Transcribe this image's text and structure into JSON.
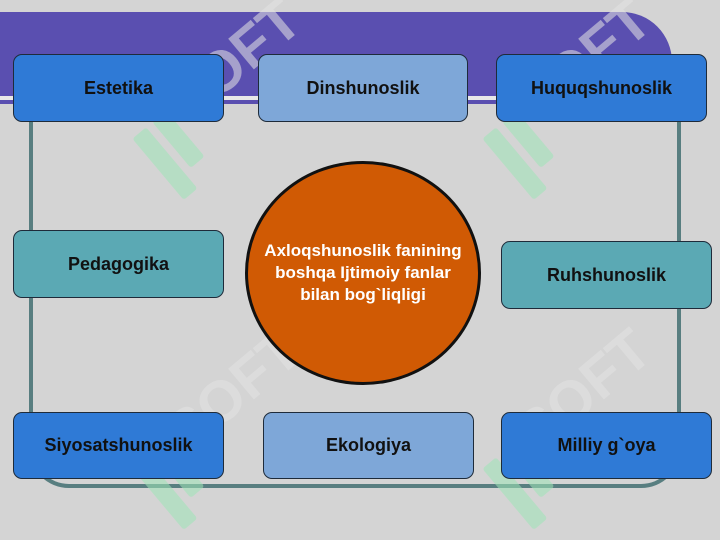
{
  "diagram": {
    "center_label": "Axloqshunoslik fanining boshqa Ijtimoiy fanlar bilan bog`liqligi",
    "nodes": {
      "estetika": "Estetika",
      "dinshunoslik": "Dinshunoslik",
      "huquqshunoslik": "Huquqshunoslik",
      "pedagogika": "Pedagogika",
      "ruhshunoslik": "Ruhshunoslik",
      "siyosatshunoslik": "Siyosatshunoslik",
      "ekologiya": "Ekologiya",
      "milliy_goya": "Milliy g`oya"
    }
  },
  "watermark": {
    "text": "SOFT"
  },
  "colors": {
    "background": "#d4d4d4",
    "banner": "#5a4fb0",
    "frame": "#587e80",
    "box_blue": "#2f7ad6",
    "box_light_blue": "#7ea7d8",
    "box_teal": "#5ba9b4",
    "center_circle": "#d05a04",
    "watermark": "#9fe6b8"
  }
}
